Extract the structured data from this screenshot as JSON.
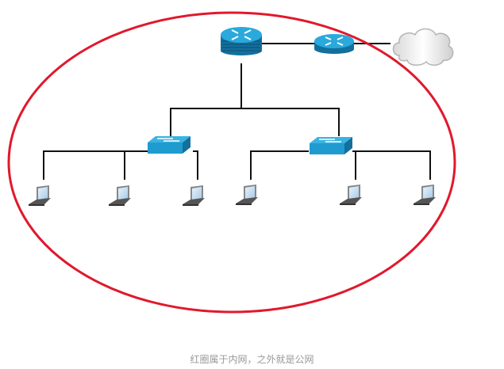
{
  "caption": "红圈属于内网，之外就是公网",
  "colors": {
    "boundary": "#e0192d",
    "device_blue": "#1f9bd0",
    "device_dark": "#136f9c",
    "link": "#111111"
  },
  "diagram": {
    "boundary": {
      "name": "internal-network-boundary",
      "shape": "ellipse"
    },
    "nodes": [
      {
        "id": "core-router",
        "type": "router-stacked"
      },
      {
        "id": "edge-router",
        "type": "router"
      },
      {
        "id": "internet",
        "type": "cloud"
      },
      {
        "id": "switch-1",
        "type": "switch"
      },
      {
        "id": "switch-2",
        "type": "switch"
      },
      {
        "id": "laptop-1",
        "type": "laptop"
      },
      {
        "id": "laptop-2",
        "type": "laptop"
      },
      {
        "id": "laptop-3",
        "type": "laptop"
      },
      {
        "id": "laptop-4",
        "type": "laptop"
      },
      {
        "id": "laptop-5",
        "type": "laptop"
      },
      {
        "id": "laptop-6",
        "type": "laptop"
      }
    ],
    "links": [
      [
        "core-router",
        "edge-router"
      ],
      [
        "edge-router",
        "internet"
      ],
      [
        "core-router",
        "switch-1"
      ],
      [
        "core-router",
        "switch-2"
      ],
      [
        "switch-1",
        "laptop-1"
      ],
      [
        "switch-1",
        "laptop-2"
      ],
      [
        "switch-1",
        "laptop-3"
      ],
      [
        "switch-2",
        "laptop-4"
      ],
      [
        "switch-2",
        "laptop-5"
      ],
      [
        "switch-2",
        "laptop-6"
      ]
    ]
  }
}
